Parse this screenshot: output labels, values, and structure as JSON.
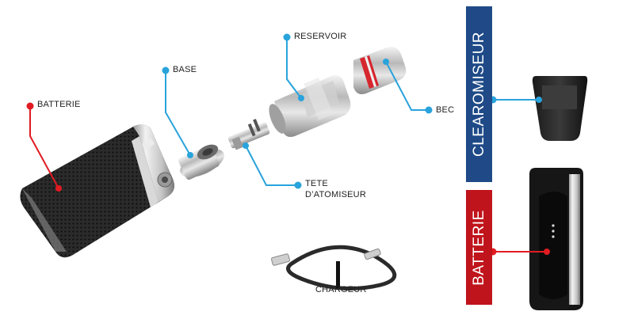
{
  "labels": {
    "batterie": "BATTERIE",
    "base": "BASE",
    "reservoir": "RESERVOIR",
    "bec": "BEC",
    "tete_line1": "TETE",
    "tete_line2": "D’ATOMISEUR",
    "chargeur": "CHARGEUR"
  },
  "side_bands": {
    "clearomiseur": {
      "label": "CLEAROMISEUR",
      "color": "#1f4a87"
    },
    "batterie": {
      "label": "BATTERIE",
      "color": "#c0141c"
    }
  },
  "colors": {
    "blue_callout": "#29a3dc",
    "red_callout": "#e11b22"
  }
}
